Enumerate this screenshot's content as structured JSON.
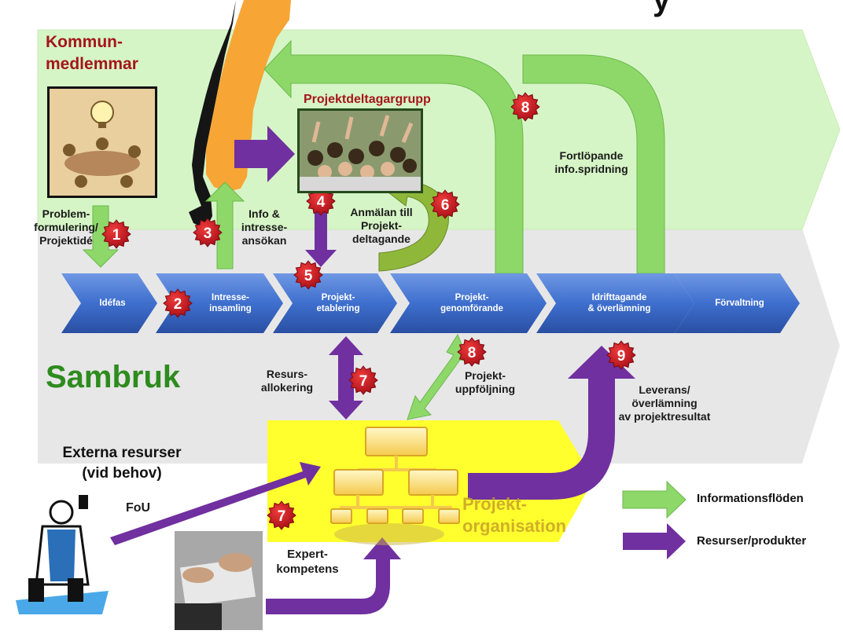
{
  "title_partial": "y",
  "groups": {
    "kommun": "Kommun-\nmedlemmar",
    "deltagargrupp": "Projektdeltagargrupp",
    "sambruk": "Sambruk",
    "externa": "Externa resurser\n(vid behov)",
    "projektorg": "Projekt-\norganisation"
  },
  "process_steps": [
    "Idéfas",
    "Intresse-\ninsamling",
    "Projekt-\netablering",
    "Projekt-\ngenomförande",
    "Idrifttagande\n& överlämning",
    "Förvaltning"
  ],
  "labels": {
    "problem": "Problem-\nformulering/\nProjektidé",
    "info": "Info &\nintresse-\nansökan",
    "anmalan": "Anmälan till\nProjekt-\ndeltagande",
    "fortlopande": "Fortlöpande\ninfo.spridning",
    "resurs": "Resurs-\nallokering",
    "uppfoljning": "Projekt-\nuppföljning",
    "leverans": "Leverans/\növerlämning\nav projektresultat",
    "fou": "FoU",
    "expert": "Expert-\nkompetens"
  },
  "badges": [
    "1",
    "2",
    "3",
    "4",
    "5",
    "6",
    "7",
    "7",
    "8",
    "8",
    "9"
  ],
  "legend": [
    {
      "label": "Informationsflöden",
      "color": "#8ed86a"
    },
    {
      "label": "Resurser/produkter",
      "color": "#7030a0"
    }
  ],
  "colors": {
    "green_band": "#d4f4c4",
    "gray_band": "#e7e7e7",
    "blue_arrow": "#3a6cc8",
    "yellow": "#ffff2a",
    "sweden_orange": "#f7a535",
    "badge_red": "#c8102e",
    "info_green": "#8ed86a",
    "resource_purple": "#7030a0"
  }
}
